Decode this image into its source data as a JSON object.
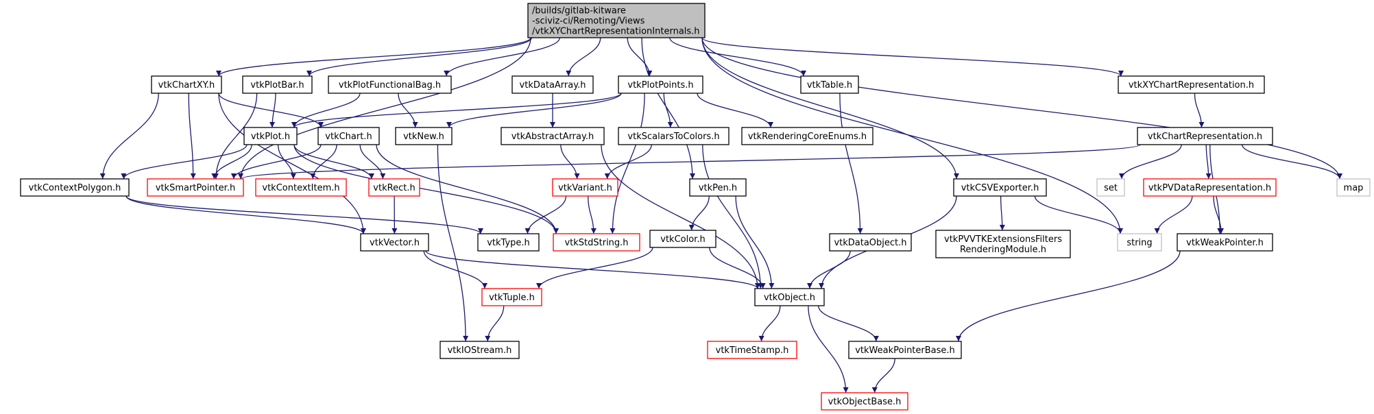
{
  "graph": {
    "colors": {
      "edge": "#191970",
      "root_fill": "#bfbfbf",
      "normal_border": "#000000",
      "truncated_border": "#ff0000",
      "external_border": "#bfbfbf",
      "external_text": "#555555"
    },
    "nodes": [
      {
        "id": "root",
        "lines": [
          "/builds/gitlab-kitware",
          "-sciviz-ci/Remoting/Views",
          "/vtkXYChartRepresentationInternals.h"
        ],
        "style": "root"
      },
      {
        "id": "vtkChartXY",
        "lines": [
          "vtkChartXY.h"
        ],
        "style": "normal"
      },
      {
        "id": "vtkPlotBar",
        "lines": [
          "vtkPlotBar.h"
        ],
        "style": "normal"
      },
      {
        "id": "vtkPlotFunctionalBag",
        "lines": [
          "vtkPlotFunctionalBag.h"
        ],
        "style": "normal"
      },
      {
        "id": "vtkDataArray",
        "lines": [
          "vtkDataArray.h"
        ],
        "style": "normal"
      },
      {
        "id": "vtkPlotPoints",
        "lines": [
          "vtkPlotPoints.h"
        ],
        "style": "normal"
      },
      {
        "id": "vtkTable",
        "lines": [
          "vtkTable.h"
        ],
        "style": "normal"
      },
      {
        "id": "vtkXYChartRepresentation",
        "lines": [
          "vtkXYChartRepresentation.h"
        ],
        "style": "normal"
      },
      {
        "id": "vtkPlot",
        "lines": [
          "vtkPlot.h"
        ],
        "style": "normal"
      },
      {
        "id": "vtkChart",
        "lines": [
          "vtkChart.h"
        ],
        "style": "normal"
      },
      {
        "id": "vtkNew",
        "lines": [
          "vtkNew.h"
        ],
        "style": "normal"
      },
      {
        "id": "vtkAbstractArray",
        "lines": [
          "vtkAbstractArray.h"
        ],
        "style": "normal"
      },
      {
        "id": "vtkScalarsToColors",
        "lines": [
          "vtkScalarsToColors.h"
        ],
        "style": "normal"
      },
      {
        "id": "vtkRenderingCoreEnums",
        "lines": [
          "vtkRenderingCoreEnums.h"
        ],
        "style": "normal"
      },
      {
        "id": "vtkChartRepresentation",
        "lines": [
          "vtkChartRepresentation.h"
        ],
        "style": "normal"
      },
      {
        "id": "vtkContextPolygon",
        "lines": [
          "vtkContextPolygon.h"
        ],
        "style": "normal"
      },
      {
        "id": "vtkSmartPointer",
        "lines": [
          "vtkSmartPointer.h"
        ],
        "style": "truncated"
      },
      {
        "id": "vtkContextItem",
        "lines": [
          "vtkContextItem.h"
        ],
        "style": "truncated"
      },
      {
        "id": "vtkRect",
        "lines": [
          "vtkRect.h"
        ],
        "style": "truncated"
      },
      {
        "id": "vtkVariant",
        "lines": [
          "vtkVariant.h"
        ],
        "style": "truncated"
      },
      {
        "id": "vtkPen",
        "lines": [
          "vtkPen.h"
        ],
        "style": "normal"
      },
      {
        "id": "vtkCSVExporter",
        "lines": [
          "vtkCSVExporter.h"
        ],
        "style": "normal"
      },
      {
        "id": "set",
        "lines": [
          "set"
        ],
        "style": "external"
      },
      {
        "id": "vtkPVDataRepresentation",
        "lines": [
          "vtkPVDataRepresentation.h"
        ],
        "style": "truncated"
      },
      {
        "id": "map",
        "lines": [
          "map"
        ],
        "style": "external"
      },
      {
        "id": "vtkVector",
        "lines": [
          "vtkVector.h"
        ],
        "style": "normal"
      },
      {
        "id": "vtkType",
        "lines": [
          "vtkType.h"
        ],
        "style": "normal"
      },
      {
        "id": "vtkStdString",
        "lines": [
          "vtkStdString.h"
        ],
        "style": "truncated"
      },
      {
        "id": "vtkColor",
        "lines": [
          "vtkColor.h"
        ],
        "style": "normal"
      },
      {
        "id": "vtkDataObject",
        "lines": [
          "vtkDataObject.h"
        ],
        "style": "normal"
      },
      {
        "id": "vtkPVVTKExtensionsFilters",
        "lines": [
          "vtkPVVTKExtensionsFilters",
          "RenderingModule.h"
        ],
        "style": "normal"
      },
      {
        "id": "string",
        "lines": [
          "string"
        ],
        "style": "external"
      },
      {
        "id": "vtkWeakPointer",
        "lines": [
          "vtkWeakPointer.h"
        ],
        "style": "normal"
      },
      {
        "id": "vtkTuple",
        "lines": [
          "vtkTuple.h"
        ],
        "style": "truncated"
      },
      {
        "id": "vtkObject",
        "lines": [
          "vtkObject.h"
        ],
        "style": "normal"
      },
      {
        "id": "vtkIOStream",
        "lines": [
          "vtkIOStream.h"
        ],
        "style": "normal"
      },
      {
        "id": "vtkTimeStamp",
        "lines": [
          "vtkTimeStamp.h"
        ],
        "style": "truncated"
      },
      {
        "id": "vtkWeakPointerBase",
        "lines": [
          "vtkWeakPointerBase.h"
        ],
        "style": "normal"
      },
      {
        "id": "vtkObjectBase",
        "lines": [
          "vtkObjectBase.h"
        ],
        "style": "truncated"
      }
    ],
    "edges": [
      [
        "root",
        "vtkChartXY"
      ],
      [
        "root",
        "vtkPlotBar"
      ],
      [
        "root",
        "vtkPlotFunctionalBag"
      ],
      [
        "root",
        "vtkDataArray"
      ],
      [
        "root",
        "vtkPlotPoints"
      ],
      [
        "root",
        "vtkTable"
      ],
      [
        "root",
        "vtkXYChartRepresentation"
      ],
      [
        "root",
        "vtkSmartPointer"
      ],
      [
        "root",
        "vtkPen"
      ],
      [
        "root",
        "vtkCSVExporter"
      ],
      [
        "root",
        "string"
      ],
      [
        "root",
        "map"
      ],
      [
        "vtkChartXY",
        "vtkChart"
      ],
      [
        "vtkChartXY",
        "vtkContextPolygon"
      ],
      [
        "vtkChartXY",
        "vtkSmartPointer"
      ],
      [
        "vtkChartXY",
        "vtkVector"
      ],
      [
        "vtkPlotBar",
        "vtkPlot"
      ],
      [
        "vtkPlotBar",
        "vtkSmartPointer"
      ],
      [
        "vtkPlotFunctionalBag",
        "vtkPlot"
      ],
      [
        "vtkPlotFunctionalBag",
        "vtkNew"
      ],
      [
        "vtkDataArray",
        "vtkAbstractArray"
      ],
      [
        "vtkPlotPoints",
        "vtkPlot"
      ],
      [
        "vtkPlotPoints",
        "vtkNew"
      ],
      [
        "vtkPlotPoints",
        "vtkScalarsToColors"
      ],
      [
        "vtkPlotPoints",
        "vtkRenderingCoreEnums"
      ],
      [
        "vtkPlotPoints",
        "vtkStdString"
      ],
      [
        "vtkTable",
        "vtkDataObject"
      ],
      [
        "vtkXYChartRepresentation",
        "vtkChartRepresentation"
      ],
      [
        "vtkPlot",
        "vtkContextPolygon"
      ],
      [
        "vtkPlot",
        "vtkSmartPointer"
      ],
      [
        "vtkPlot",
        "vtkContextItem"
      ],
      [
        "vtkPlot",
        "vtkRect"
      ],
      [
        "vtkPlot",
        "vtkStdString"
      ],
      [
        "vtkChart",
        "vtkSmartPointer"
      ],
      [
        "vtkChart",
        "vtkContextItem"
      ],
      [
        "vtkChart",
        "vtkRect"
      ],
      [
        "vtkChart",
        "vtkStdString"
      ],
      [
        "vtkNew",
        "vtkIOStream"
      ],
      [
        "vtkAbstractArray",
        "vtkVariant"
      ],
      [
        "vtkAbstractArray",
        "vtkObject"
      ],
      [
        "vtkScalarsToColors",
        "vtkVariant"
      ],
      [
        "vtkScalarsToColors",
        "vtkObject"
      ],
      [
        "vtkChartRepresentation",
        "vtkSmartPointer"
      ],
      [
        "vtkChartRepresentation",
        "set"
      ],
      [
        "vtkChartRepresentation",
        "vtkPVDataRepresentation"
      ],
      [
        "vtkChartRepresentation",
        "map"
      ],
      [
        "vtkChartRepresentation",
        "vtkWeakPointer"
      ],
      [
        "vtkContextPolygon",
        "vtkVector"
      ],
      [
        "vtkContextPolygon",
        "vtkType"
      ],
      [
        "vtkRect",
        "vtkVector"
      ],
      [
        "vtkVariant",
        "vtkType"
      ],
      [
        "vtkVariant",
        "vtkStdString"
      ],
      [
        "vtkPen",
        "vtkColor"
      ],
      [
        "vtkPen",
        "vtkObject"
      ],
      [
        "vtkCSVExporter",
        "vtkPVVTKExtensionsFilters"
      ],
      [
        "vtkCSVExporter",
        "string"
      ],
      [
        "vtkCSVExporter",
        "vtkObject"
      ],
      [
        "vtkPVDataRepresentation",
        "string"
      ],
      [
        "vtkPVDataRepresentation",
        "vtkWeakPointer"
      ],
      [
        "vtkVector",
        "vtkTuple"
      ],
      [
        "vtkVector",
        "vtkObject"
      ],
      [
        "vtkColor",
        "vtkTuple"
      ],
      [
        "vtkColor",
        "vtkObject"
      ],
      [
        "vtkDataObject",
        "vtkObject"
      ],
      [
        "vtkWeakPointer",
        "vtkWeakPointerBase"
      ],
      [
        "vtkTuple",
        "vtkIOStream"
      ],
      [
        "vtkObject",
        "vtkTimeStamp"
      ],
      [
        "vtkObject",
        "vtkWeakPointerBase"
      ],
      [
        "vtkObject",
        "vtkObjectBase"
      ],
      [
        "vtkWeakPointerBase",
        "vtkObjectBase"
      ]
    ]
  }
}
